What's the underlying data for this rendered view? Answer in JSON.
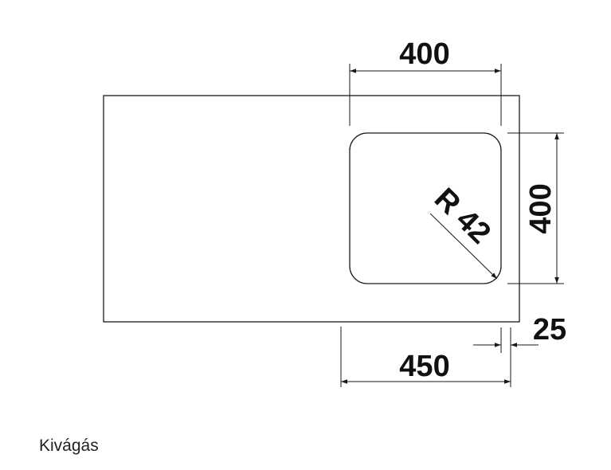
{
  "dimensions": {
    "top_width": "400",
    "right_height": "400",
    "radius": "R 42",
    "offset": "25",
    "bottom_width": "450"
  },
  "caption": "Kivágás"
}
